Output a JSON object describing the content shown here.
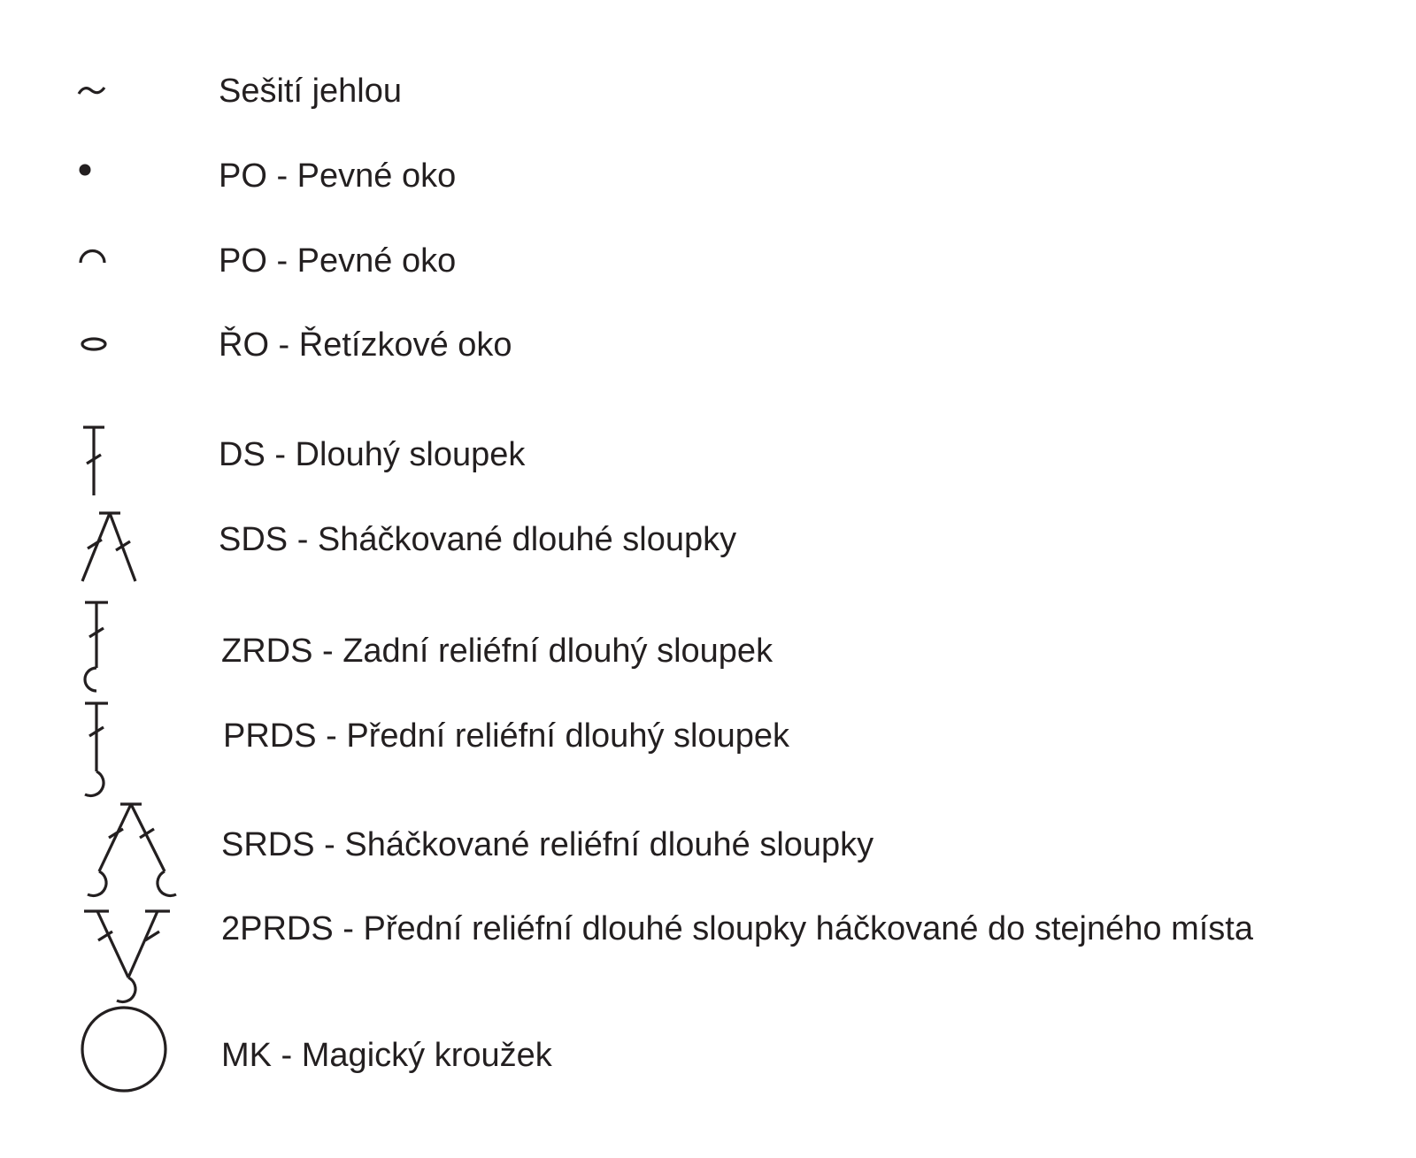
{
  "legend": {
    "items": [
      {
        "key": "tilde",
        "symbol": "tilde-icon",
        "label": "Sešití jehlou"
      },
      {
        "key": "dot",
        "symbol": "dot-icon",
        "label": "PO - Pevné oko"
      },
      {
        "key": "arc",
        "symbol": "arc-icon",
        "label": "PO - Pevné oko"
      },
      {
        "key": "chain",
        "symbol": "oval-icon",
        "label": "ŘO - Řetízkové oko"
      },
      {
        "key": "ds",
        "symbol": "double-crochet-icon",
        "label": "DS - Dlouhý sloupek"
      },
      {
        "key": "sds",
        "symbol": "double-crochet-decrease-icon",
        "label": "SDS - Sháčkované dlouhé sloupky"
      },
      {
        "key": "zrds",
        "symbol": "back-post-double-crochet-icon",
        "label": "ZRDS - Zadní reliéfní dlouhý sloupek"
      },
      {
        "key": "prds",
        "symbol": "front-post-double-crochet-icon",
        "label": "PRDS - Přední reliéfní dlouhý sloupek"
      },
      {
        "key": "srds",
        "symbol": "post-double-crochet-decrease-icon",
        "label": "SRDS - Sháčkované reliéfní dlouhé sloupky"
      },
      {
        "key": "2prds",
        "symbol": "front-post-double-crochet-increase-icon",
        "label": "2PRDS - Přední reliéfní dlouhé sloupky háčkované do stejného místa"
      },
      {
        "key": "mk",
        "symbol": "magic-ring-icon",
        "label": "MK - Magický kroužek"
      }
    ]
  },
  "colors": {
    "ink": "#231f20",
    "background": "#ffffff"
  }
}
